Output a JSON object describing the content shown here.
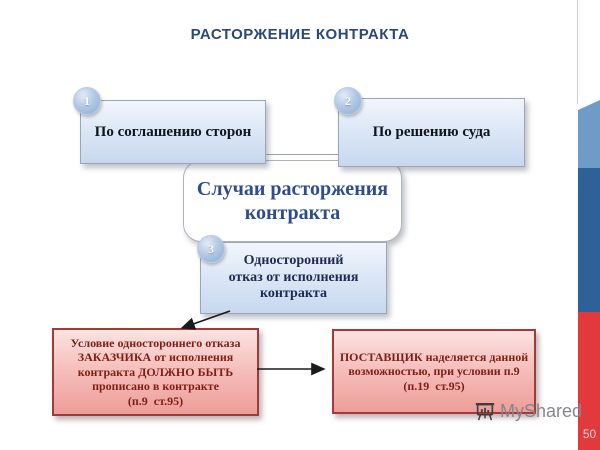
{
  "slide": {
    "title": "РАСТОРЖЕНИЕ КОНТРАКТА",
    "page_number": "50"
  },
  "diagram": {
    "center": {
      "lines": [
        "Случаи расторжения",
        "контракта"
      ]
    },
    "nodes": [
      {
        "badge": "1",
        "label": "По соглашению сторон"
      },
      {
        "badge": "2",
        "label": "По решению суда"
      },
      {
        "badge": "3",
        "lines": [
          "Односторонний",
          "отказ от исполнения",
          "контракта"
        ]
      }
    ],
    "notes": [
      {
        "lines": [
          "Условие одностороннего отказа",
          "ЗАКАЗЧИКА от исполнения",
          "контракта ДОЛЖНО БЫТЬ",
          "прописано в контракте",
          "(п.9  ст.95)"
        ]
      },
      {
        "lines": [
          "ПОСТАВЩИК наделяется данной",
          "возможностью, при условии п.9",
          "(п.19  ст.95)"
        ]
      }
    ]
  },
  "watermark": {
    "brand": "MyShared",
    "icon": "easel-chart-icon"
  },
  "colors": {
    "title_navy": "#2a4a73",
    "center_text_blue": "#2e4d90",
    "node_border": "#9aa5b8",
    "note_border": "#9c3d38",
    "note_text": "#7e1f16",
    "flag_light_blue": "#6f9bc7",
    "flag_dark_blue": "#2d6197",
    "flag_red": "#e23a3c"
  }
}
